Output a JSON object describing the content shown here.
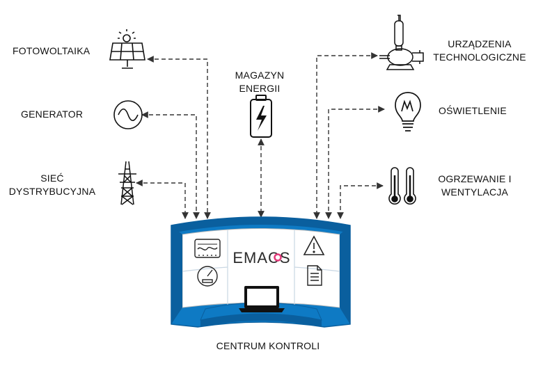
{
  "title": "",
  "sources": {
    "pv": "FOTOWOLTAIKA",
    "generator": "GENERATOR",
    "grid": [
      "SIEĆ",
      "DYSTRYBUCYJNA"
    ]
  },
  "storage": [
    "MAGAZYN",
    "ENERGII"
  ],
  "loads": {
    "tech": [
      "URZĄDZENIA",
      "TECHNOLOGICZNE"
    ],
    "lighting": "OŚWIETLENIE",
    "hvac": [
      "OGRZEWANIE I",
      "WENTYLACJA"
    ]
  },
  "control_center": {
    "label": "CENTRUM KONTROLI",
    "brand": "EMACS"
  },
  "colors": {
    "panel_blue": "#0e7ac4",
    "panel_dark": "#0a5f9e",
    "line": "#333333"
  }
}
